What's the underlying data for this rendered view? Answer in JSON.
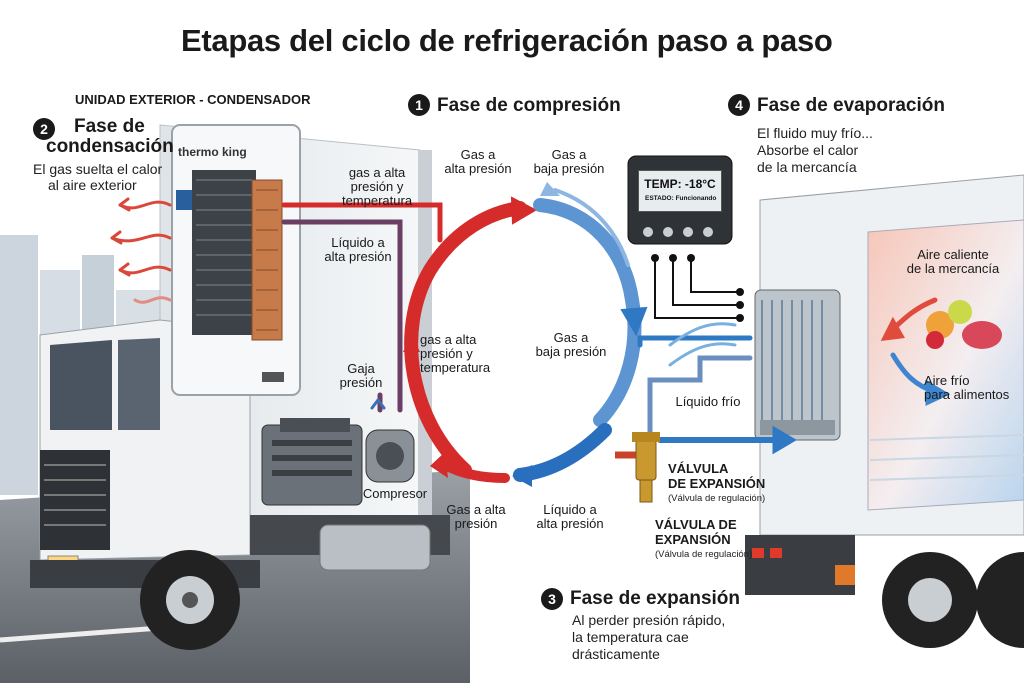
{
  "title": "Etapas del ciclo de refrigeración paso a paso",
  "unit_header": "UNIDAD EXTERIOR - CONDENSADOR",
  "unit_brand": "thermo king",
  "phases": {
    "compression": {
      "number": "1",
      "title": "Fase de compresión"
    },
    "condensation": {
      "number": "2",
      "title_line1": "Fase de",
      "title_line2": "condensación",
      "desc_line1": "El gas suelta el calor",
      "desc_line2": "al aire exterior"
    },
    "expansion": {
      "number": "3",
      "title": "Fase de expansión",
      "desc_line1": "Al perder presión rápido,",
      "desc_line2": "la temperatura cae",
      "desc_line3": "drásticamente"
    },
    "evaporation": {
      "number": "4",
      "title": "Fase de evaporación",
      "desc_line1": "El fluido muy frío...",
      "desc_line2": "Absorbe el calor",
      "desc_line3": "de la mercancía"
    }
  },
  "labels": {
    "gas_high_pt_top_l1": "gas a alta",
    "gas_high_pt_top_l2": "presión y temperatura",
    "liquid_high_left_l1": "Líquido a",
    "liquid_high_left_l2": "alta presión",
    "gas_high_top_l1": "Gas a",
    "gas_high_top_l2": "alta presión",
    "gas_low_top_l1": "Gas a",
    "gas_low_top_l2": "baja presión",
    "gas_low_right_l1": "Gas a",
    "gas_low_right_l2": "baja presión",
    "gas_high_pt_mid_l1": "gas a alta",
    "gas_high_pt_mid_l2": "presión y",
    "gas_high_pt_mid_l3": "temperatura",
    "gaja_l1": "Gaja",
    "gaja_l2": "presión",
    "compressor": "Compresor",
    "gas_high_bottom_l1": "Gas a alta",
    "gas_high_bottom_l2": "presión",
    "liquid_high_bottom_l1": "Líquido a",
    "liquid_high_bottom_l2": "alta presión",
    "liquid_cold": "Líquido frío",
    "valve1_l1": "VÁLVULA",
    "valve1_l2": "DE EXPANSIÓN",
    "valve1_sub": "(Válvula de regulación)",
    "valve2_l1": "VÁLVULA DE",
    "valve2_l2": "EXPANSIÓN",
    "valve2_sub": "(Válvula de regulación)",
    "hot_air_l1": "Aire caliente",
    "hot_air_l2": "de la mercancía",
    "cold_air_l1": "Aire frío",
    "cold_air_l2": "para alimentos"
  },
  "thermostat": {
    "temp": "TEMP: -18°C",
    "status": "ESTADO: Funcionando"
  },
  "colors": {
    "hot": "#d62b2b",
    "cold": "#2f78c4",
    "truck_white": "#f2f3f4",
    "truck_dark": "#3a3d42",
    "sky_buildings": "#c9d3dc"
  }
}
